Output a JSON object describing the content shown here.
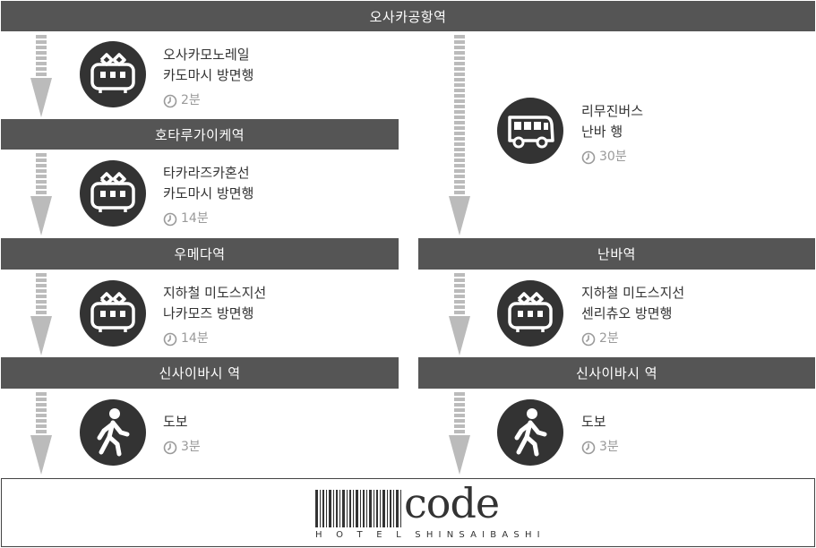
{
  "stations": {
    "top": "오사카공항역",
    "hotarugaike": "호타루가이케역",
    "umeda": "우메다역",
    "namba": "난바역",
    "shinsaibashi_left": "신사이바시 역",
    "shinsaibashi_right": "신사이바시 역"
  },
  "left_route": [
    {
      "icon": "train-icon",
      "line1": "오사카모노레일",
      "line2": "카도마시 방면행",
      "time": "2분"
    },
    {
      "icon": "train-icon",
      "line1": "타카라즈카혼선",
      "line2": "카도마시 방면행",
      "time": "14분"
    },
    {
      "icon": "train-icon",
      "line1": "지하철 미도스지선",
      "line2": "나카모즈 방면행",
      "time": "14분"
    },
    {
      "icon": "walking-person-icon",
      "line1": "도보",
      "time": "3분"
    }
  ],
  "right_route": [
    {
      "icon": "bus-icon",
      "line1": "리무진버스",
      "line2": "난바 행",
      "time": "30분"
    },
    {
      "icon": "train-icon",
      "line1": "지하철 미도스지선",
      "line2": "센리츄오 방면행",
      "time": "2분"
    },
    {
      "icon": "walking-person-icon",
      "line1": "도보",
      "time": "3분"
    }
  ],
  "hotel": {
    "logo_word": "code",
    "logo_sub": "H O T E L  SHINSAIBASHI"
  },
  "colors": {
    "bar": "#555555",
    "icon_circle": "#333333",
    "arrow": "#bbbbbb",
    "time_text": "#9a9a9a"
  }
}
